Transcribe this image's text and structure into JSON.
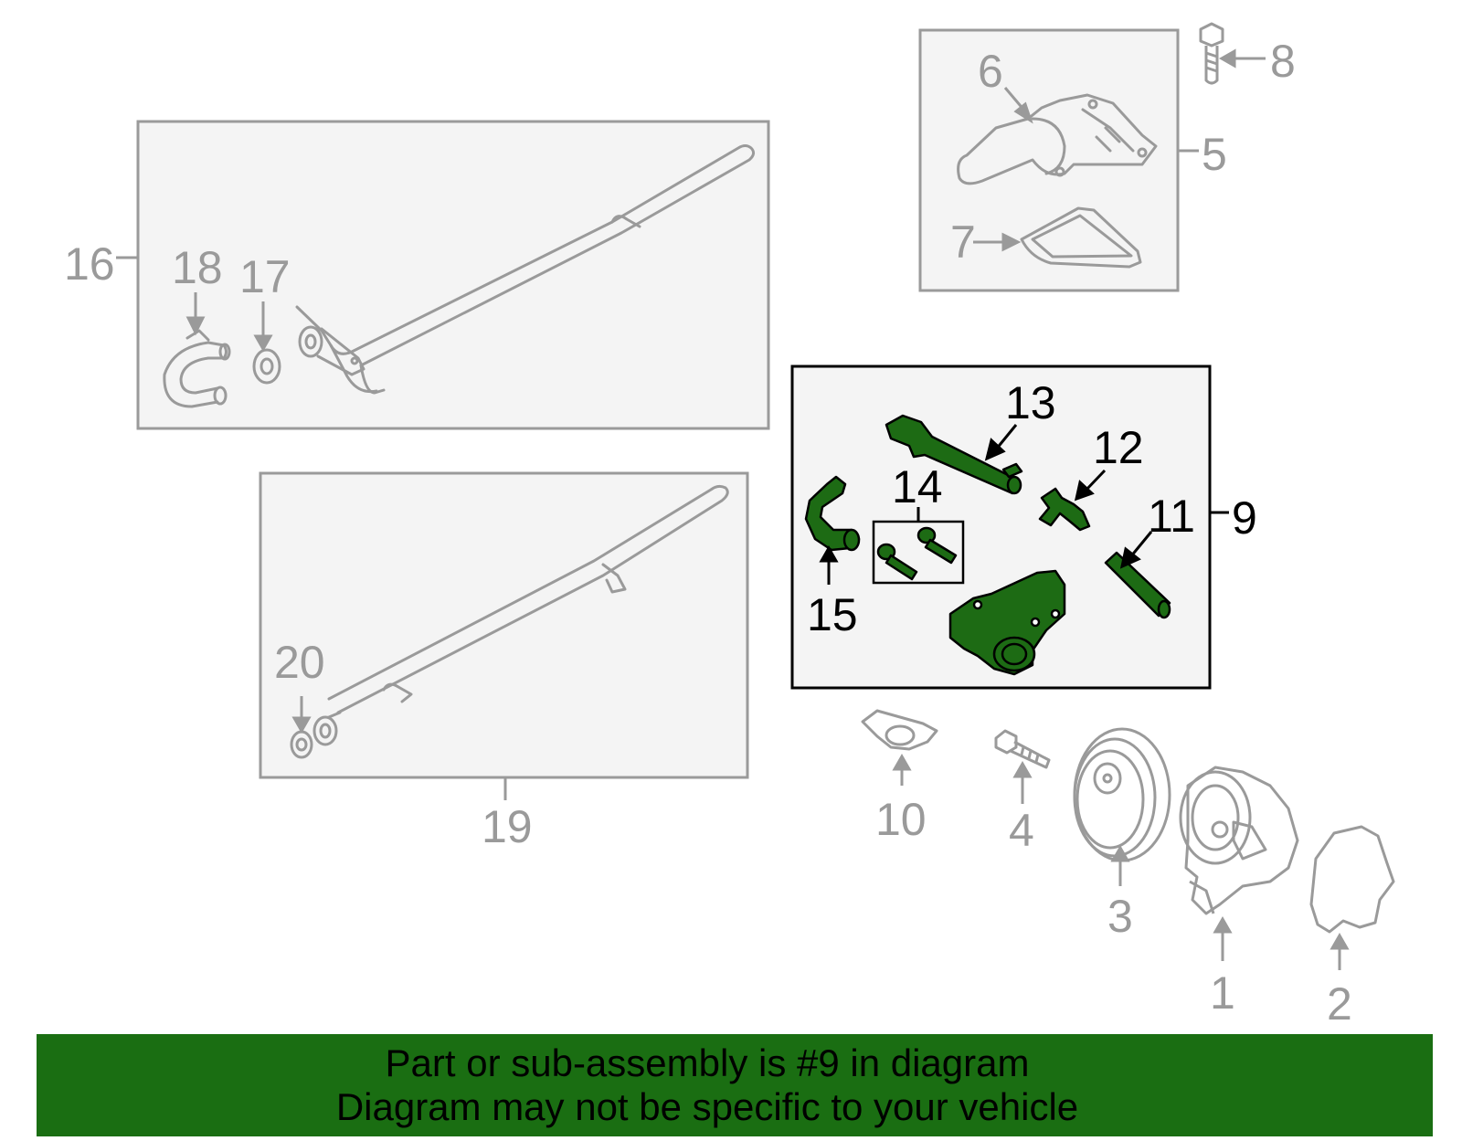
{
  "callouts": {
    "c1": "1",
    "c2": "2",
    "c3": "3",
    "c4": "4",
    "c5": "5",
    "c6": "6",
    "c7": "7",
    "c8": "8",
    "c9": "9",
    "c10": "10",
    "c11": "11",
    "c12": "12",
    "c13": "13",
    "c14": "14",
    "c15": "15",
    "c16": "16",
    "c17": "17",
    "c18": "18",
    "c19": "19",
    "c20": "20"
  },
  "highlight_callout": "9",
  "colors": {
    "highlight_part": "#1d6b14",
    "banner_bg": "#1a6e12",
    "gray_outline": "#9a9a9a",
    "box_fill": "#f4f4f4"
  },
  "banner": {
    "line1": "Part or sub-assembly is #9 in diagram",
    "line2": "Diagram may not be specific to your vehicle"
  }
}
